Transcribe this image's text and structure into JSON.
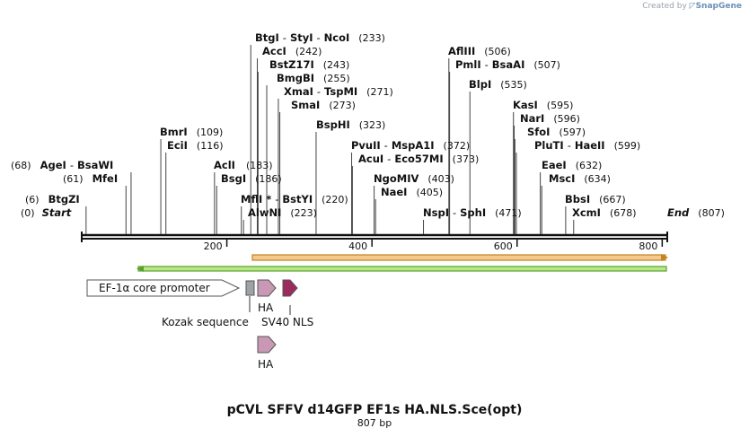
{
  "credit": {
    "prefix": "Created by",
    "brand": "SnapGene"
  },
  "map": {
    "title": "pCVL SFFV d14GFP EF1s HA.NLS.Sce(opt)",
    "subtitle": "807 bp",
    "length": 807,
    "axis_ticks": [
      200,
      400,
      600,
      800
    ],
    "ends": [
      {
        "label": "Start",
        "position": "(0)",
        "bp": 0
      },
      {
        "label": "End",
        "position": "(807)",
        "bp": 807
      }
    ],
    "sites": [
      {
        "names": [
          "BtgI",
          "StyI",
          "NcoI"
        ],
        "position": "(233)",
        "bp": 233
      },
      {
        "names": [
          "AccI"
        ],
        "position": "(242)",
        "bp": 242
      },
      {
        "names": [
          "BstZ17I"
        ],
        "position": "(243)",
        "bp": 243
      },
      {
        "names": [
          "BmgBI"
        ],
        "position": "(255)",
        "bp": 255
      },
      {
        "names": [
          "XmaI",
          "TspMI"
        ],
        "position": "(271)",
        "bp": 271
      },
      {
        "names": [
          "SmaI"
        ],
        "position": "(273)",
        "bp": 273
      },
      {
        "names": [
          "BspHI"
        ],
        "position": "(323)",
        "bp": 323
      },
      {
        "names": [
          "BmrI"
        ],
        "position": "(109)",
        "bp": 109
      },
      {
        "names": [
          "EciI"
        ],
        "position": "(116)",
        "bp": 116
      },
      {
        "names": [
          "AclI"
        ],
        "position": "(183)",
        "bp": 183
      },
      {
        "names": [
          "BsgI"
        ],
        "position": "(186)",
        "bp": 186
      },
      {
        "names": [
          "AgeI",
          "BsaWI"
        ],
        "position": "(68)",
        "bp": 68
      },
      {
        "names": [
          "MfeI"
        ],
        "position": "(61)",
        "bp": 61
      },
      {
        "names": [
          "BtgZI"
        ],
        "position": "(6)",
        "bp": 6
      },
      {
        "names": [
          "MflI *",
          "BstYI"
        ],
        "position": "(220)",
        "bp": 220
      },
      {
        "names": [
          "AlwNI"
        ],
        "position": "(223)",
        "bp": 223
      },
      {
        "names": [
          "AflIII"
        ],
        "position": "(506)",
        "bp": 506
      },
      {
        "names": [
          "PmlI",
          "BsaAI"
        ],
        "position": "(507)",
        "bp": 507
      },
      {
        "names": [
          "BlpI"
        ],
        "position": "(535)",
        "bp": 535
      },
      {
        "names": [
          "PvuII",
          "MspA1I"
        ],
        "position": "(372)",
        "bp": 372
      },
      {
        "names": [
          "AcuI",
          "Eco57MI"
        ],
        "position": "(373)",
        "bp": 373
      },
      {
        "names": [
          "NgoMIV"
        ],
        "position": "(403)",
        "bp": 403
      },
      {
        "names": [
          "NaeI"
        ],
        "position": "(405)",
        "bp": 405
      },
      {
        "names": [
          "NspI",
          "SphI"
        ],
        "position": "(471)",
        "bp": 471
      },
      {
        "names": [
          "KasI"
        ],
        "position": "(595)",
        "bp": 595
      },
      {
        "names": [
          "NarI"
        ],
        "position": "(596)",
        "bp": 596
      },
      {
        "names": [
          "SfoI"
        ],
        "position": "(597)",
        "bp": 597
      },
      {
        "names": [
          "PluTI",
          "HaeII"
        ],
        "position": "(599)",
        "bp": 599
      },
      {
        "names": [
          "EaeI"
        ],
        "position": "(632)",
        "bp": 632
      },
      {
        "names": [
          "MscI"
        ],
        "position": "(634)",
        "bp": 634
      },
      {
        "names": [
          "BbsI"
        ],
        "position": "(667)",
        "bp": 667
      },
      {
        "names": [
          "XcmI"
        ],
        "position": "(678)",
        "bp": 678
      }
    ],
    "features": [
      {
        "label": "EF-1α core promoter",
        "type": "promoter",
        "color": "#ffffff"
      },
      {
        "label": "Kozak sequence",
        "type": "box",
        "color": "#9ea3a8"
      },
      {
        "label": "HA",
        "type": "arrow",
        "color": "#c998b4"
      },
      {
        "label": "SV40 NLS",
        "type": "arrow",
        "color": "#9b2a5e"
      },
      {
        "label": "HA",
        "type": "arrow",
        "color": "#c998b4"
      }
    ],
    "colors": {
      "backbone": "#111111",
      "orf_fill": "#f4c990",
      "orf_stroke": "#c4831c",
      "green_bar": "#b8e986",
      "green_stroke": "#5aa02c"
    }
  }
}
